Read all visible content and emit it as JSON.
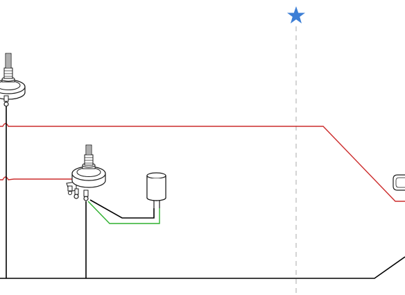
{
  "diagram": {
    "title": "",
    "components": [
      {
        "id": "pot-1",
        "type": "potentiometer"
      },
      {
        "id": "pot-2",
        "type": "potentiometer"
      },
      {
        "id": "capacitor-1",
        "type": "electrolytic-capacitor"
      },
      {
        "id": "jack-part",
        "type": "component-partial"
      }
    ],
    "markers": [
      {
        "id": "marker-star",
        "icon": "star-icon",
        "color": "#3d7fd6"
      }
    ],
    "wires": [
      {
        "id": "hot-wire-top",
        "color": "#cc2b2b"
      },
      {
        "id": "hot-wire-mid",
        "color": "#cc2b2b"
      },
      {
        "id": "ground-wire",
        "color": "#000000"
      },
      {
        "id": "green-wire",
        "color": "#2fb12f"
      },
      {
        "id": "cap-black-wire",
        "color": "#000000"
      }
    ],
    "colors": {
      "background": "#ffffff",
      "outline": "#1a1a1a",
      "red": "#cc2b2b",
      "green": "#2fb12f",
      "black": "#000000",
      "star": "#3d7fd6",
      "guide": "#a8a8a8",
      "part_fill": "#f2f2f2"
    }
  }
}
